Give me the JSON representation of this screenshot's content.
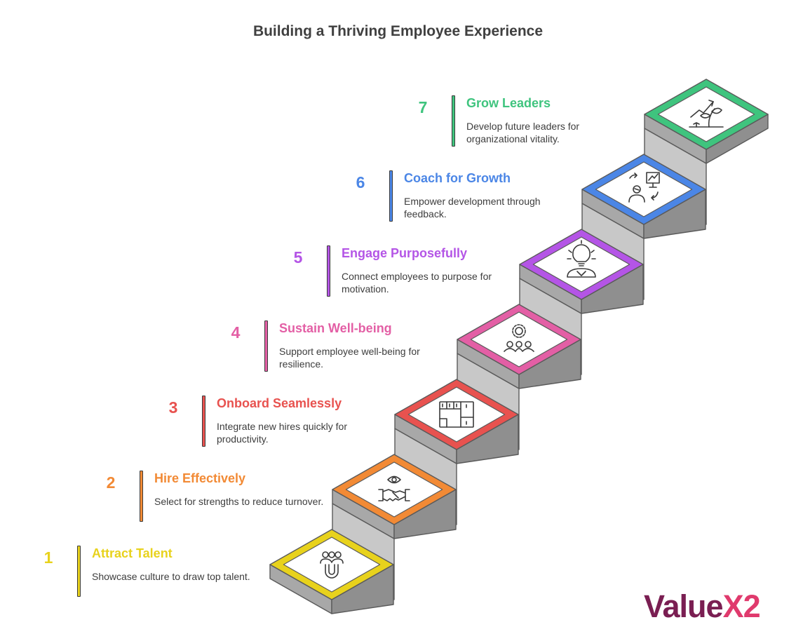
{
  "title": "Building a Thriving Employee Experience",
  "logo": {
    "text": "Value",
    "accent": "X2"
  },
  "steps": [
    {
      "number": "1",
      "title": "Attract Talent",
      "description": "Showcase culture to draw top talent.",
      "color": "#e8d21c",
      "icon": "people-magnet-icon"
    },
    {
      "number": "2",
      "title": "Hire Effectively",
      "description": "Select for strengths to reduce turnover.",
      "color": "#f28a35",
      "icon": "eye-handshake-icon"
    },
    {
      "number": "3",
      "title": "Onboard Seamlessly",
      "description": "Integrate new hires quickly for productivity.",
      "color": "#e8524f",
      "icon": "floor-plan-icon"
    },
    {
      "number": "4",
      "title": "Sustain Well-being",
      "description": "Support employee well-being for resilience.",
      "color": "#e35fa5",
      "icon": "team-gear-icon"
    },
    {
      "number": "5",
      "title": "Engage Purposefully",
      "description": "Connect employees to purpose for motivation.",
      "color": "#b455e6",
      "icon": "lightbulb-person-icon"
    },
    {
      "number": "6",
      "title": "Coach for Growth",
      "description": "Empower development through feedback.",
      "color": "#4b86e6",
      "icon": "coach-presentation-icon"
    },
    {
      "number": "7",
      "title": "Grow Leaders",
      "description": "Develop future leaders for organizational vitality.",
      "color": "#3fc47e",
      "icon": "growth-plant-icon"
    }
  ]
}
